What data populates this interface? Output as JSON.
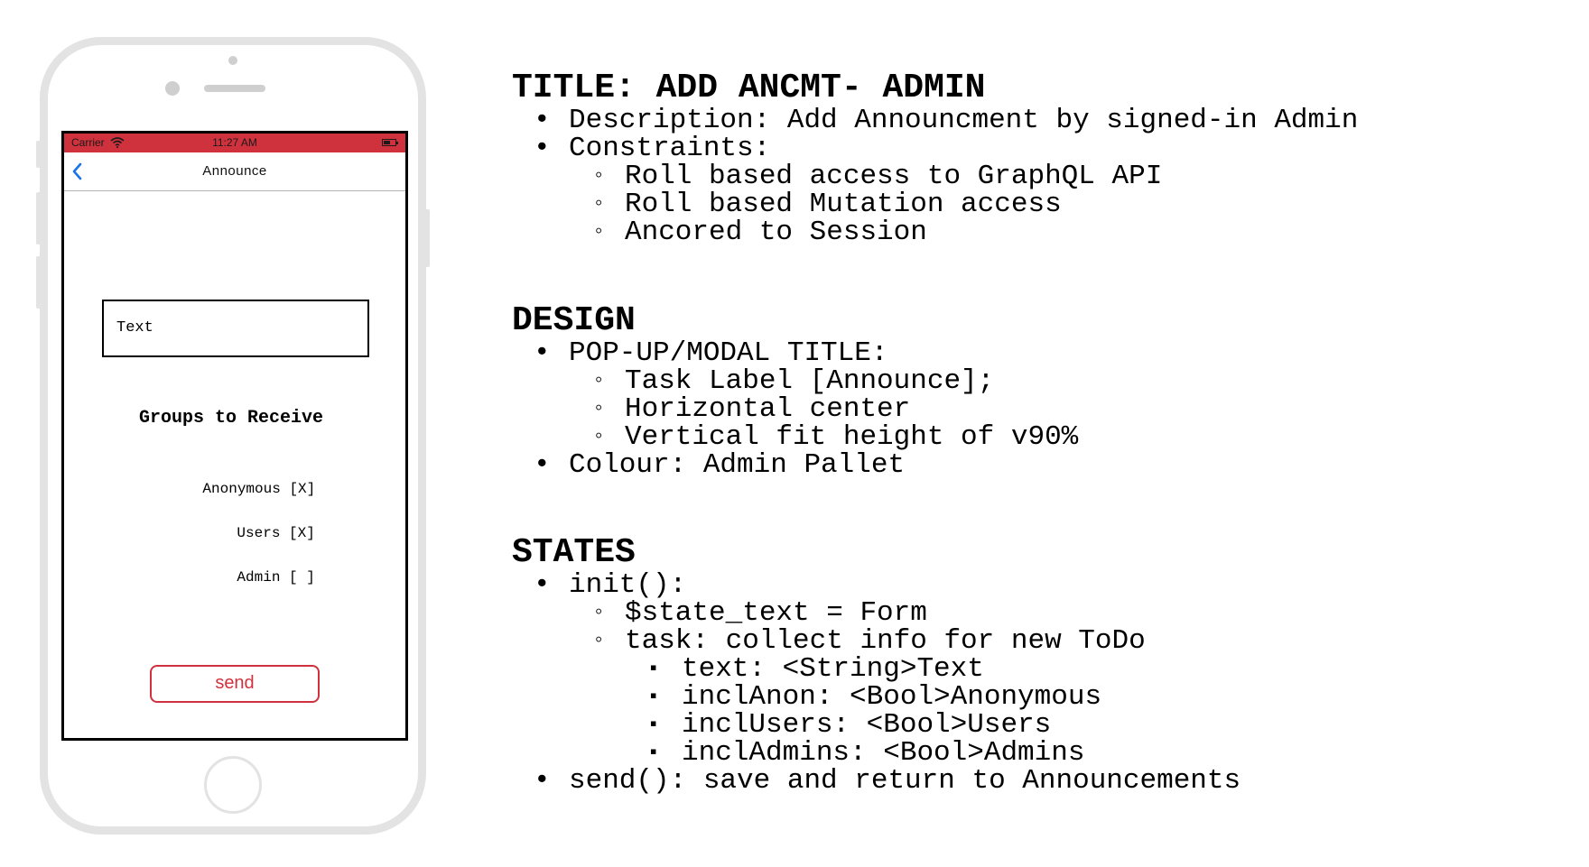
{
  "phone": {
    "status": {
      "carrier": "Carrier",
      "time": "11:27 AM"
    },
    "nav_title": "Announce",
    "text_field": "Text",
    "groups_heading": "Groups to Receive",
    "options": [
      {
        "label": "Anonymous",
        "mark": "[X]"
      },
      {
        "label": "Users",
        "mark": "[X]"
      },
      {
        "label": "Admin",
        "mark": "[ ]"
      }
    ],
    "send_label": "send",
    "accent_color": "#d0323d",
    "back_color": "#1a73e8"
  },
  "spec": {
    "title": "TITLE: ADD ANCMT- ADMIN",
    "title_items": [
      "Description: Add Announcment by signed-in Admin",
      "Constraints:"
    ],
    "constraints": [
      "Roll based access to GraphQL API",
      "Roll based Mutation access",
      "Ancored to Session"
    ],
    "design_heading": "DESIGN",
    "design_items": [
      "POP-UP/MODAL TITLE:",
      "Colour: Admin Pallet"
    ],
    "modal_title_items": [
      "Task Label [Announce];",
      "Horizontal center",
      "Vertical fit height of v90%"
    ],
    "states_heading": "STATES",
    "states_items": [
      "init():",
      "send(): save and return to Announcements"
    ],
    "init_items": [
      "$state_text = Form",
      "task: collect info for new ToDo"
    ],
    "task_items": [
      "text: <String>Text",
      "inclAnon: <Bool>Anonymous",
      "inclUsers: <Bool>Users",
      "inclAdmins: <Bool>Admins"
    ]
  }
}
